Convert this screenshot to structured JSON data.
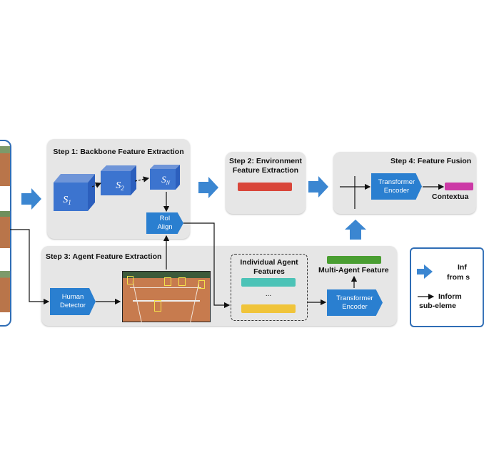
{
  "steps": {
    "step1": {
      "title": "Step 1: Backbone Feature Extraction"
    },
    "step2": {
      "title_line1": "Step 2: Environment",
      "title_line2": "Feature Extraction"
    },
    "step3": {
      "title": "Step 3: Agent Feature Extraction"
    },
    "step4": {
      "title": "Step 4: Feature Fusion"
    }
  },
  "cubes": [
    {
      "main": "S",
      "sub": "1"
    },
    {
      "main": "S",
      "sub": "2"
    },
    {
      "main": "S",
      "sub": "N"
    }
  ],
  "blocks": {
    "roi_align_line1": "RoI",
    "roi_align_line2": "Align",
    "human_detector_line1": "Human",
    "human_detector_line2": "Detector",
    "transformer_encoder_line1": "Transformer",
    "transformer_encoder_line2": "Encoder",
    "fusion_transformer_line1": "Transformer",
    "fusion_transformer_line2": "Encoder"
  },
  "labels": {
    "individual_agent_features_line1": "Individual Agent",
    "individual_agent_features_line2": "Features",
    "ellipsis": "...",
    "multi_agent_feature": "Multi-Agent Feature",
    "contextual": "Contextua"
  },
  "legend": {
    "item1_line1": "Inf",
    "item1_line2": "from s",
    "item2_line1": "Inform",
    "item2_line2": "sub-eleme"
  },
  "colors": {
    "block_blue": "#2a7fd0",
    "arrow_blue": "#3b86d1",
    "environment_bar": "#d9463a",
    "multi_agent_bar": "#4a9e32",
    "agent_feature_teal": "#4cc3b7",
    "agent_feature_yellow": "#f0c43a",
    "contextual_bar": "#cc3aa6",
    "frame_border": "#2f6db5"
  }
}
